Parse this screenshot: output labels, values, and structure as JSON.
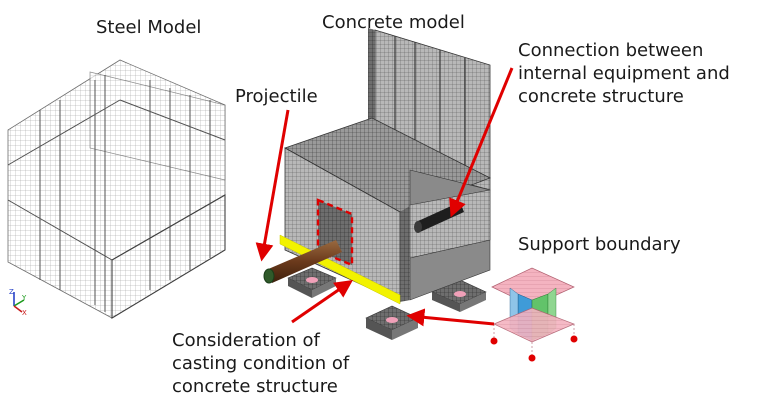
{
  "labels": {
    "steel_model": "Steel Model",
    "concrete_model": "Concrete model",
    "projectile": "Projectile",
    "connection": [
      "Connection between",
      "internal equipment and",
      "concrete structure"
    ],
    "support_boundary": "Support boundary",
    "casting": [
      "Consideration of",
      "casting condition of",
      "concrete structure"
    ],
    "axis_z": "Z",
    "axis_y": "Y",
    "axis_x": "X"
  },
  "colors": {
    "annotation_arrow": "#e00000",
    "casting_band": "#f2f200",
    "projectile": "#6b3a1c",
    "support_top": "#f2aab8",
    "support_column_blue": "#3f9bd8",
    "support_column_green": "#62c36a",
    "support_node": "#e00000",
    "mesh_gray": "#5a5a5a"
  }
}
